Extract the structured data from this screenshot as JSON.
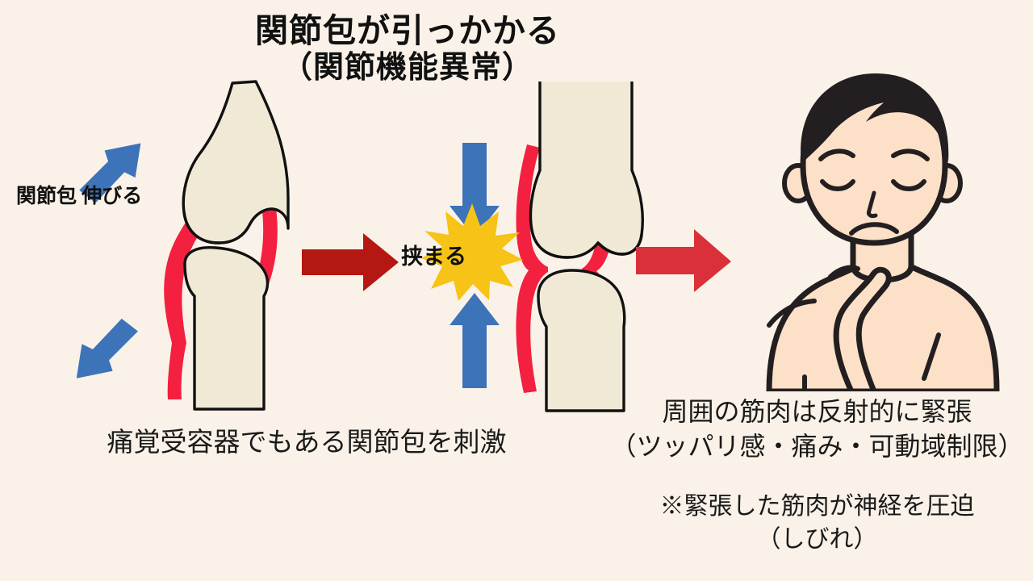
{
  "background_color": "#faf2e8",
  "title": {
    "line1": "関節包が引っかかる",
    "line2": "（関節機能異常）"
  },
  "diagram_left": {
    "label_line1": "関節包",
    "label_line2": "伸びる",
    "arrow_color": "#3d73b8",
    "capsule_color": "#f4203f",
    "bone_color": "#efe9d6",
    "caption": "痛覚受容器でもある関節包を刺激"
  },
  "diagram_right": {
    "label": "挟まる",
    "arrow_color": "#3d73b8",
    "burst_color": "#f6c316",
    "capsule_color": "#f4203f",
    "bone_color": "#efe9d6"
  },
  "arrows": {
    "arrow1_color": "#b51713",
    "arrow2_color": "#d9303a"
  },
  "person": {
    "skin_color": "#fce0c8",
    "hair_color": "#231f20",
    "outline_color": "#231f20",
    "caption_line1": "周囲の筋肉は反射的に緊張",
    "caption_line2": "（ツッパリ感・痛み・可動域制限）",
    "note_line1": "※緊張した筋肉が神経を圧迫",
    "note_line2": "（しびれ）"
  }
}
